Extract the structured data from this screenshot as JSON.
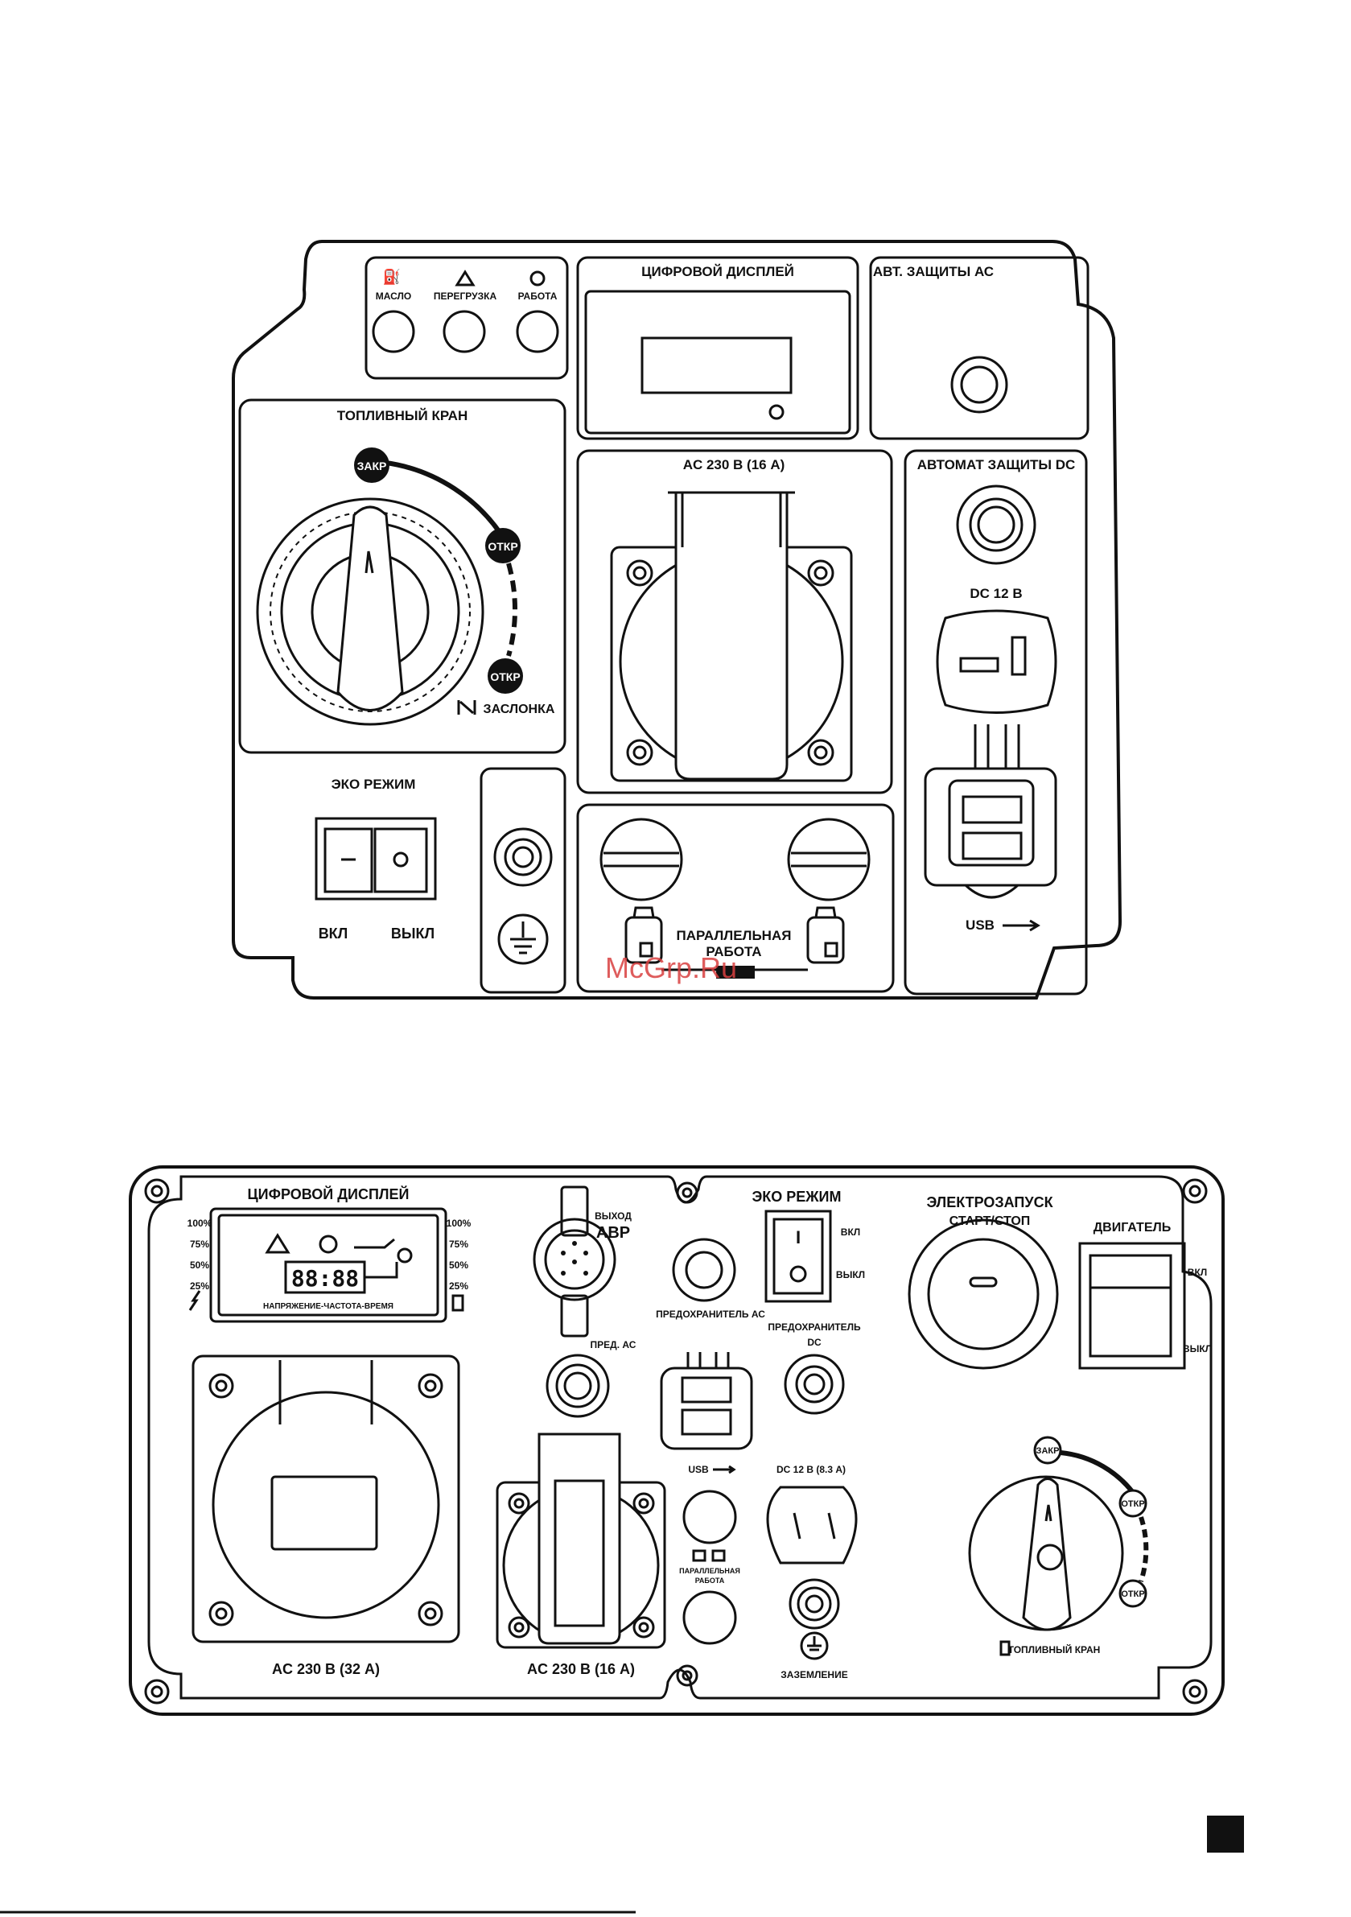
{
  "panel1": {
    "indicators": {
      "oil": "МАСЛО",
      "overload": "ПЕРЕГРУЗКА",
      "work": "РАБОТА"
    },
    "digital_display": "ЦИФРОВОЙ ДИСПЛЕЙ",
    "ac_breaker": "АВТ. ЗАЩИТЫ АС",
    "fuel_valve": "ТОПЛИВНЫЙ КРАН",
    "closed": "ЗАКР",
    "open": "ОТКР",
    "choke": "ЗАСЛОНКА",
    "ac_outlet": "AC 230 В (16 А)",
    "dc_breaker": "АВТОМАТ ЗАЩИТЫ DC",
    "dc_outlet": "DC 12 В",
    "eco_mode": "ЭКО РЕЖИМ",
    "on": "ВКЛ",
    "off": "ВЫКЛ",
    "parallel_line1": "ПАРАЛЛЕЛЬНАЯ",
    "parallel_line2": "РАБОТА",
    "usb": "USB"
  },
  "watermark": "McGrp.Ru",
  "panel2": {
    "digital_display": "ЦИФРОВОЙ ДИСПЛЕЙ",
    "percent_100": "100%",
    "percent_75": "75%",
    "percent_50": "50%",
    "percent_25": "25%",
    "display_value": "88:88",
    "display_caption": "НАПРЯЖЕНИЕ-ЧАСТОТА-ВРЕМЯ",
    "output_line1": "ВЫХОД",
    "output_line2": "АВР",
    "ac_fuse": "ПРЕДОХРАНИТЕЛЬ АС",
    "pre_ac": "ПРЕД. АС",
    "eco_mode": "ЭКО РЕЖИМ",
    "on": "ВКЛ",
    "off": "ВЫКЛ",
    "switch_on_symbol": "I",
    "electric_start": "ЭЛЕКТРОЗАПУСК",
    "start_stop": "СТАРТ/СТОП",
    "engine": "ДВИГАТЕЛЬ",
    "dc_fuse_line1": "ПРЕДОХРАНИТЕЛЬ",
    "dc_fuse_line2": "DC",
    "usb": "USB",
    "dc_outlet": "DC 12 В (8.3 А)",
    "parallel_line1": "ПАРАЛЛЕЛЬНАЯ",
    "parallel_line2": "РАБОТА",
    "ground": "ЗАЗЕМЛЕНИЕ",
    "ac_32": "AC 230 В (32 А)",
    "ac_16": "AC 230 В (16 А)",
    "closed": "ЗАКР",
    "open": "ОТКР",
    "fuel_valve": "ТОПЛИВНЫЙ КРАН"
  }
}
